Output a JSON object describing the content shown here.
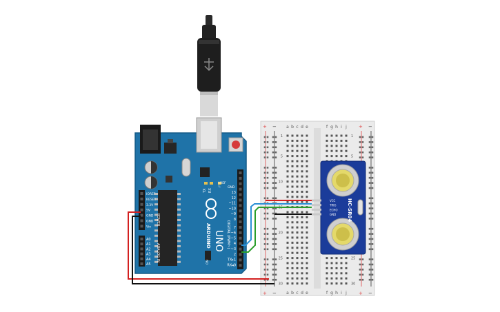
{
  "arduino": {
    "logo_text": "ARDUINO",
    "model": "UNO",
    "digital_label": "DIGITAL (PWM~)",
    "analog_label": "ANALOG IN",
    "power_label": "POWER",
    "on_label": "ON",
    "tx_label": "TX",
    "rx_label": "RX",
    "l_label": "L",
    "aref": "AREF",
    "gnd": "GND",
    "digital_pins": [
      "13",
      "12",
      "~11",
      "~10",
      "~9",
      "8",
      "7",
      "~6",
      "~5",
      "4",
      "~3",
      "2",
      "TX▸1",
      "RX◂0"
    ],
    "power_pins": [
      "IOREF",
      "RESET",
      "3.3V",
      "5V",
      "GND",
      "GND",
      "Vin"
    ],
    "analog_pins": [
      "A0",
      "A1",
      "A2",
      "A3",
      "A4",
      "A5"
    ]
  },
  "breadboard": {
    "columns_left": [
      "a",
      "b",
      "c",
      "d",
      "e"
    ],
    "columns_right": [
      "f",
      "g",
      "h",
      "i",
      "j"
    ],
    "rows": [
      "1",
      "5",
      "10",
      "15",
      "20",
      "25",
      "30"
    ],
    "plus": "+",
    "minus": "−"
  },
  "sensor": {
    "model": "HC-SR04",
    "pins": [
      "VCC",
      "TRIG",
      "ECHO",
      "GND"
    ]
  },
  "wires": {
    "vcc_color": "#d31f1f",
    "trig_color": "#2b9e2b",
    "echo_color": "#2a8fd6",
    "gnd_color": "#111111"
  },
  "colors": {
    "board": "#1f73a8",
    "board_edge": "#155a86",
    "sensor_board": "#1b3c9a",
    "breadboard": "#ebebeb"
  }
}
